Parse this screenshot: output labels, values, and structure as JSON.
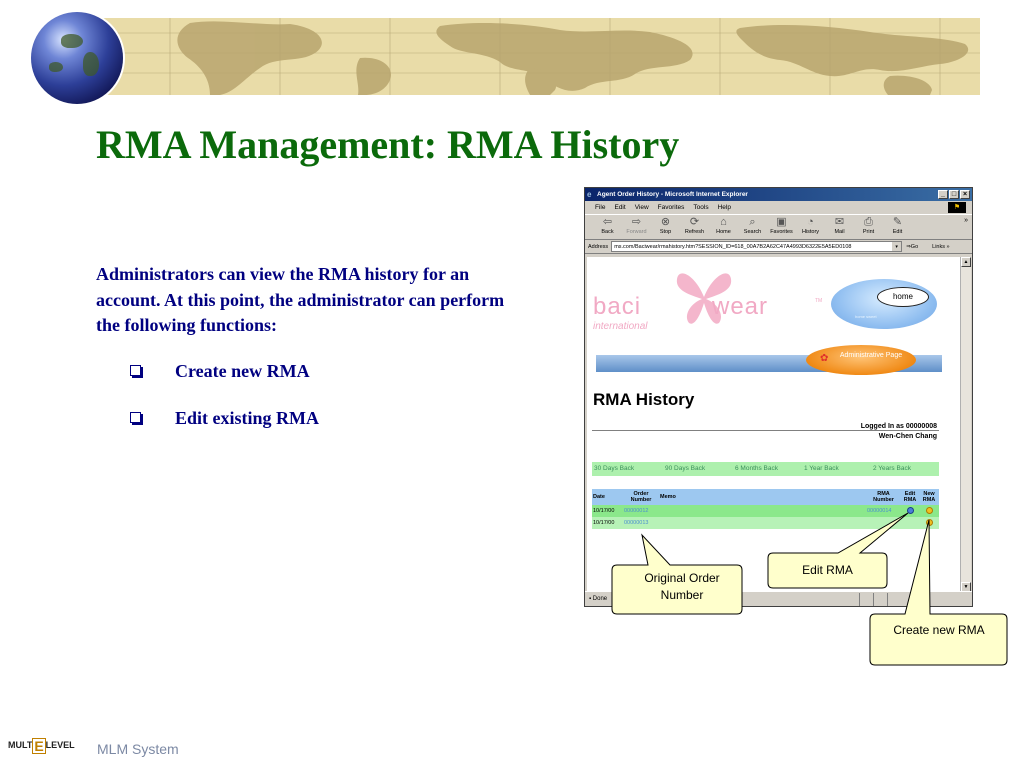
{
  "slide": {
    "title": "RMA Management: RMA History",
    "intro": "Administrators can view the RMA history for an account.  At this point, the administrator can perform the following functions:",
    "bullets": [
      "Create new RMA",
      "Edit existing RMA"
    ],
    "footer": "MLM System",
    "footer_logo": {
      "part1": "MULT",
      "e": "E",
      "part2": "LEVEL"
    }
  },
  "browser": {
    "window_title": "Agent Order History - Microsoft Internet Explorer",
    "menu": [
      "File",
      "Edit",
      "View",
      "Favorites",
      "Tools",
      "Help"
    ],
    "toolbar": [
      "Back",
      "Forward",
      "Stop",
      "Refresh",
      "Home",
      "Search",
      "Favorites",
      "History",
      "Mail",
      "Print",
      "Edit"
    ],
    "address_label": "Address",
    "address_url": "ms.com/Baciwear/rmahistory.htm?SESSION_ID=618_00A7B2A62C47A4993D6322E5A5ED0108",
    "go_label": "Go",
    "links_label": "Links »",
    "status": "Done"
  },
  "page": {
    "logo_left": "baci",
    "logo_right": "wear",
    "logo_tm": "TM",
    "logo_sub": "international",
    "home_label": "home",
    "home_sub": "home sweet",
    "admin_label": "Administrative Page",
    "heading": "RMA History",
    "logged_in": "Logged In as 00000008",
    "user_name": "Wen-Chen Chang",
    "filters": [
      "30 Days Back",
      "90 Days Back",
      "6 Months Back",
      "1 Year Back",
      "2 Years Back"
    ],
    "table": {
      "headers": {
        "date": "Date",
        "order": "Order Number",
        "memo": "Memo",
        "rma": "RMA Number",
        "edit": "Edit RMA",
        "new": "New RMA"
      },
      "rows": [
        {
          "date": "10/17/00",
          "order": "00000012",
          "memo": "",
          "rma": "00000014"
        },
        {
          "date": "10/17/00",
          "order": "00000013",
          "memo": "",
          "rma": ""
        }
      ]
    }
  },
  "callouts": {
    "original_order": "Original Order Number",
    "edit_rma": "Edit RMA",
    "create_new_rma": "Create new RMA"
  },
  "colors": {
    "title_green": "#0b6a0b",
    "body_navy": "#000080",
    "callout_fill": "#ffffcc"
  }
}
